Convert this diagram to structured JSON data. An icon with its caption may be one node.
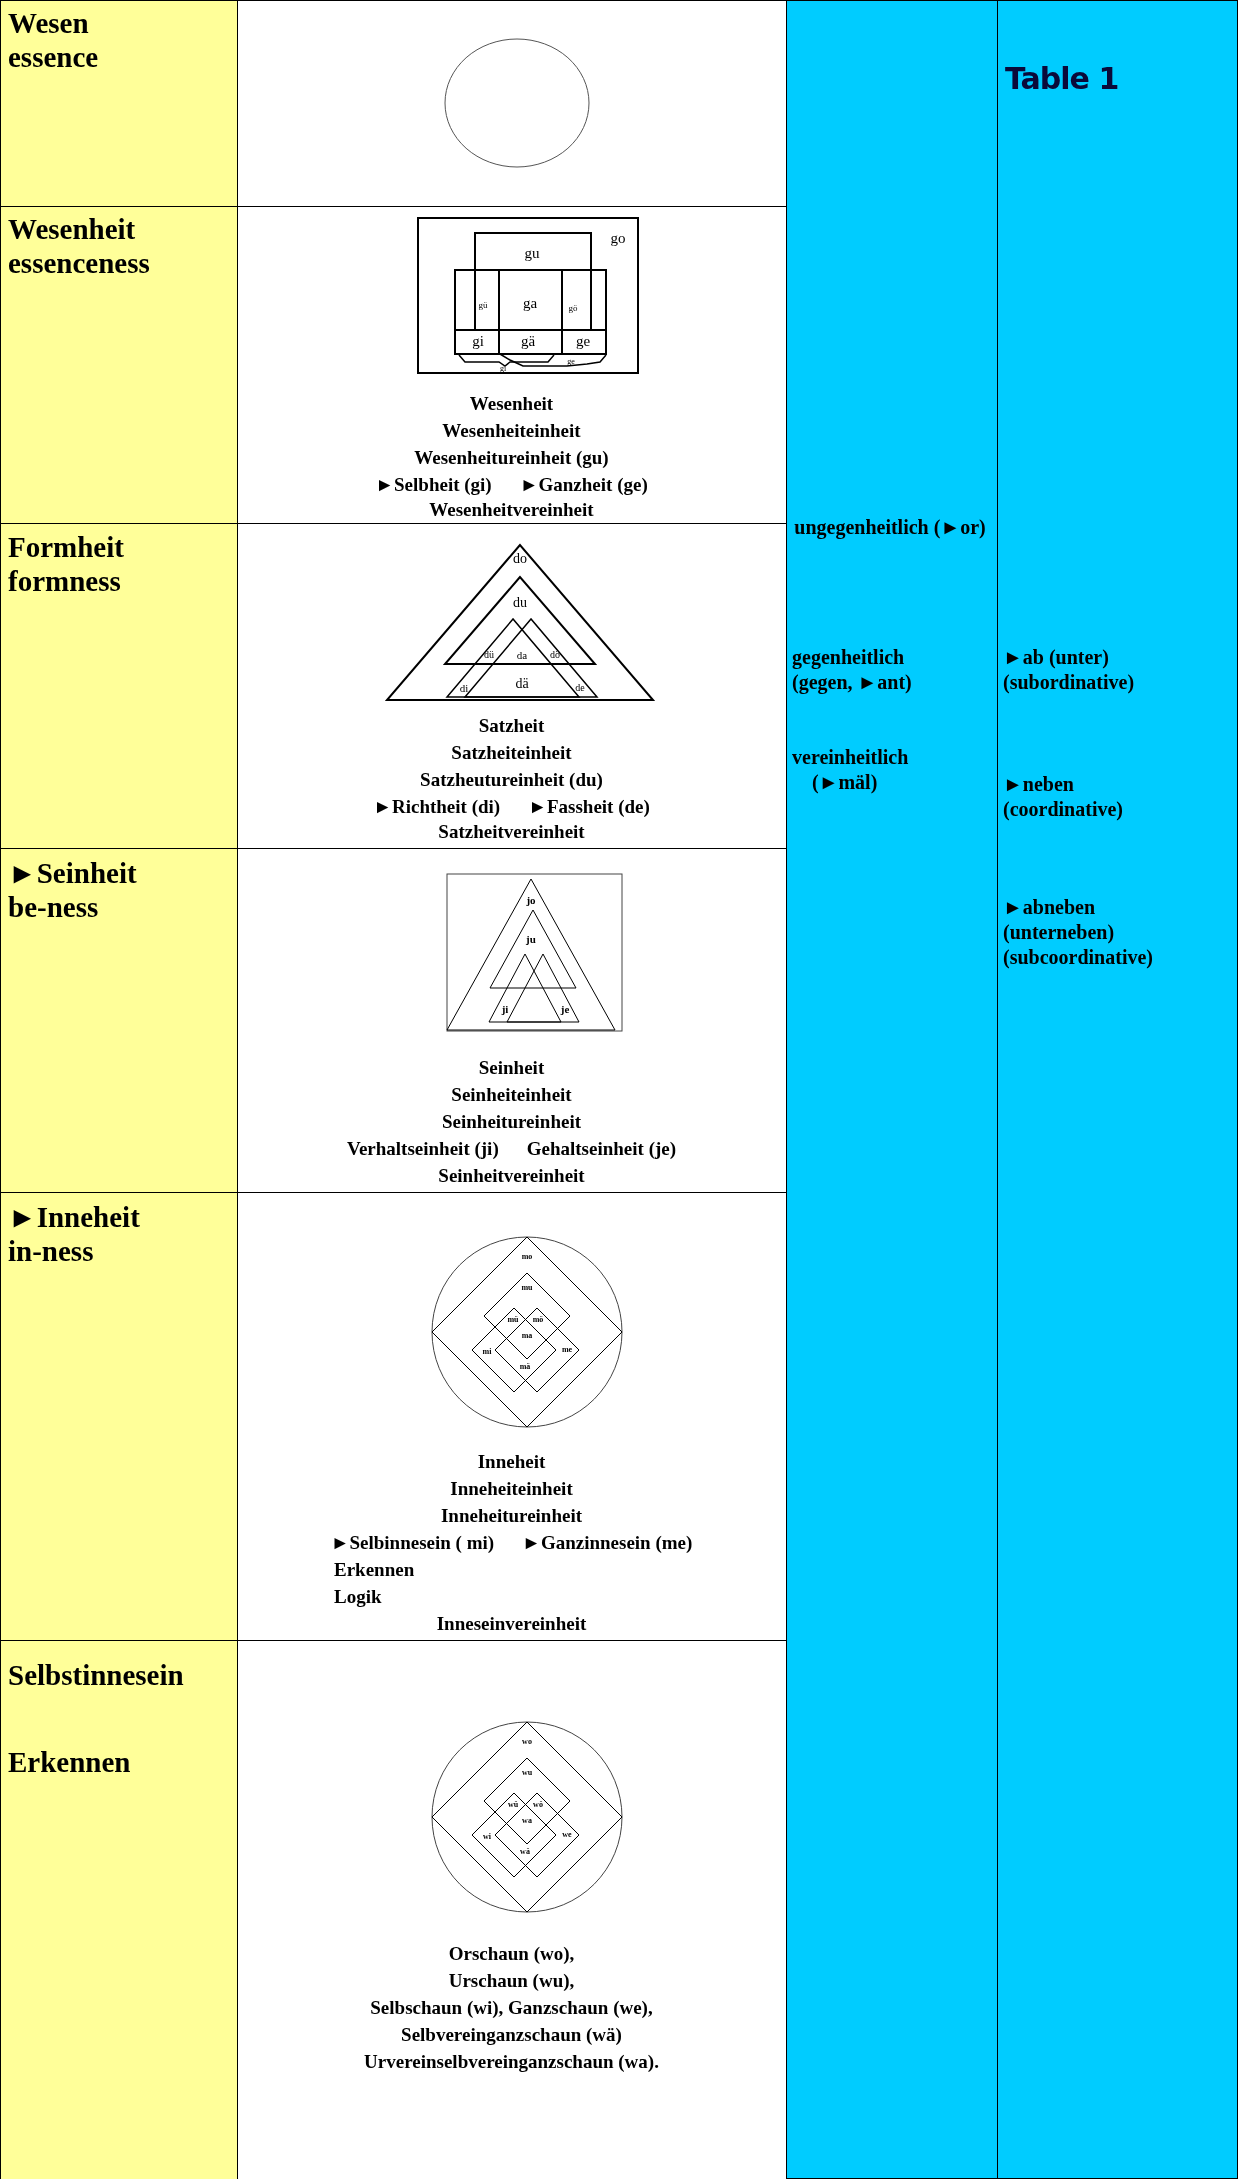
{
  "diagram": {
    "labels": [
      "Wesen",
      "essence",
      "Wesenheit",
      "essenceness",
      "go",
      "gu",
      "gü",
      "ga",
      "gö",
      "gi",
      "gä",
      "ge",
      "gi",
      "ge",
      "Wesenheit",
      "Wesenheiteinheit",
      "Wesenheitureinheit (gu)",
      "►Selbheit (gi)",
      "►Ganzheit (ge)",
      "Wesenheitvereinheit",
      "Formheit",
      "formness",
      "do",
      "du",
      "dü",
      "da",
      "dö",
      "di",
      "dä",
      "de",
      "Satzheit",
      "Satzheiteinheit",
      "Satzheutureinheit (du)",
      "►Richtheit (di)",
      "►Fassheit (de)",
      "Satzheitvereinheit",
      "►Seinheit",
      "be-ness",
      "jo",
      "ju",
      "ji",
      "je",
      "Seinheit",
      "Seinheiteinheit",
      "Seinheitureinheit",
      "Verhaltseinheit (ji)",
      "Gehaltseinheit (je)",
      "Seinheitvereinheit",
      "►Inneheit",
      "in-ness",
      "mo",
      "mu",
      "mü",
      "mö",
      "ma",
      "mi",
      "me",
      "mä",
      "Inneheit",
      "Inneheiteinheit",
      "Inneheitureinheit",
      "►Selbinnesein ( mi)",
      "►Ganzinnesein (me)",
      "Erkennen",
      "Logik",
      "Inneseinvereinheit",
      "Selbstinnesein",
      "Erkennen",
      "wo",
      "wu",
      "wü",
      "wö",
      "wa",
      "wi",
      "we",
      "wä",
      "Orschaun (wo),",
      "Urschaun (wu),",
      "Selbschaun (wi), Ganzschaun (we),",
      "Selbvereinganzschaun (wä)",
      "Urvereinselbvereinganzschaun (wa).",
      "ungegenheitlich (►or)",
      "gegenheitlich (gegen, ►ant)",
      "vereinheitlich (►mäl)",
      "Table 1",
      "►ab (unter) (subordinative)",
      "►neben (coordinative)",
      "►abneben (unterneben) (subcoordinative)"
    ]
  }
}
